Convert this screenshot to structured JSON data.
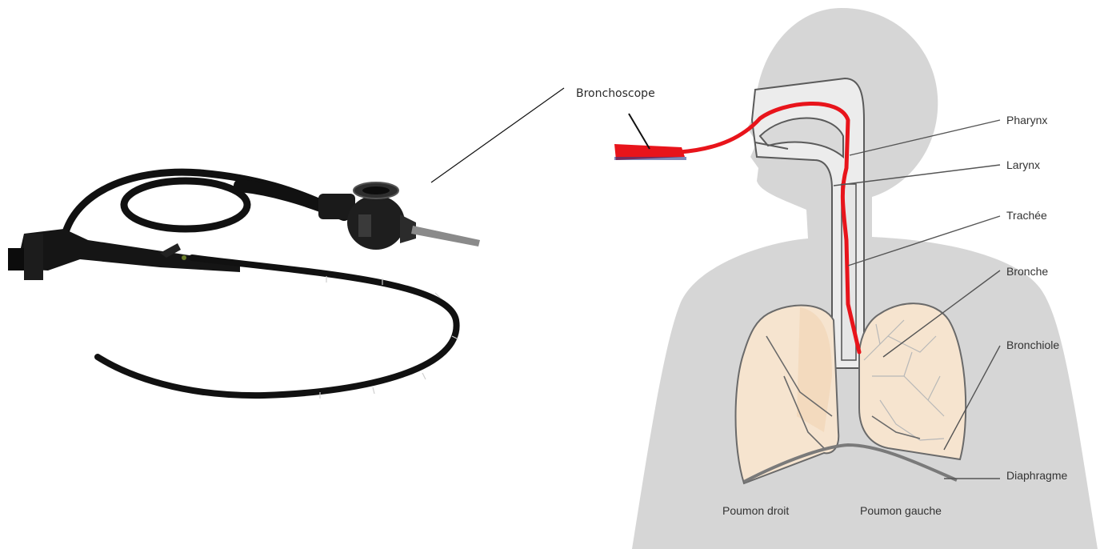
{
  "labels": {
    "bronchoscope": "Bronchoscope",
    "pharynx": "Pharynx",
    "larynx": "Larynx",
    "trachee": "Trachée",
    "bronche": "Bronche",
    "bronchiole": "Bronchiole",
    "diaphragme": "Diaphragme",
    "poumon_droit": "Poumon droit",
    "poumon_gauche": "Poumon gauche"
  },
  "colors": {
    "scope_path": "#e8141b",
    "silhouette": "#d6d6d6",
    "lung_fill": "#f6e4cf",
    "device": "#141414"
  }
}
